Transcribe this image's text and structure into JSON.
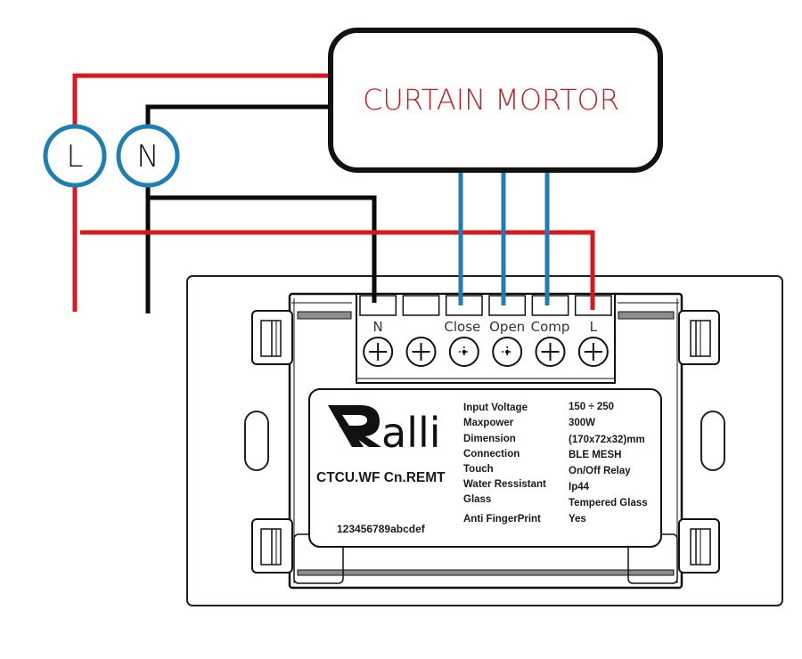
{
  "colors": {
    "live_wire": "#d7191f",
    "neutral_wire": "#0a0a0a",
    "signal_wire": "#1f7fb4",
    "source_circle": "#1f7fb4",
    "motor_text": "#c0222c",
    "outline": "#111111",
    "shade": "#8c8c8c"
  },
  "motor": {
    "label": "CURTAIN MORTOR"
  },
  "sources": [
    {
      "id": "live",
      "label": "L"
    },
    {
      "id": "neutral",
      "label": "N"
    }
  ],
  "terminal_block": {
    "terminals": [
      {
        "label": "N",
        "screw": "plus"
      },
      {
        "label": "",
        "screw": "plus"
      },
      {
        "label": "Close",
        "screw": "dot"
      },
      {
        "label": "Open",
        "screw": "dot"
      },
      {
        "label": "Comp",
        "screw": "plus"
      },
      {
        "label": "L",
        "screw": "plus"
      }
    ]
  },
  "device_label": {
    "brand": "Ralli",
    "model": "CTCU.WF Cn.REMT",
    "serial": "123456789abcdef",
    "specs": [
      {
        "name": "Input Voltage",
        "value": "150 ÷ 250"
      },
      {
        "name": "Maxpower",
        "value": "300W"
      },
      {
        "name": "Dimension",
        "value": "(170x72x32)mm"
      },
      {
        "name": "Connection",
        "value": "BLE MESH"
      },
      {
        "name": "Touch",
        "value": "On/Off Relay"
      },
      {
        "name": "Water Ressistant",
        "value": "Ip44"
      },
      {
        "name": "Glass",
        "value": "Tempered Glass"
      },
      {
        "name": "Anti FingerPrint",
        "value": "Yes"
      }
    ]
  }
}
